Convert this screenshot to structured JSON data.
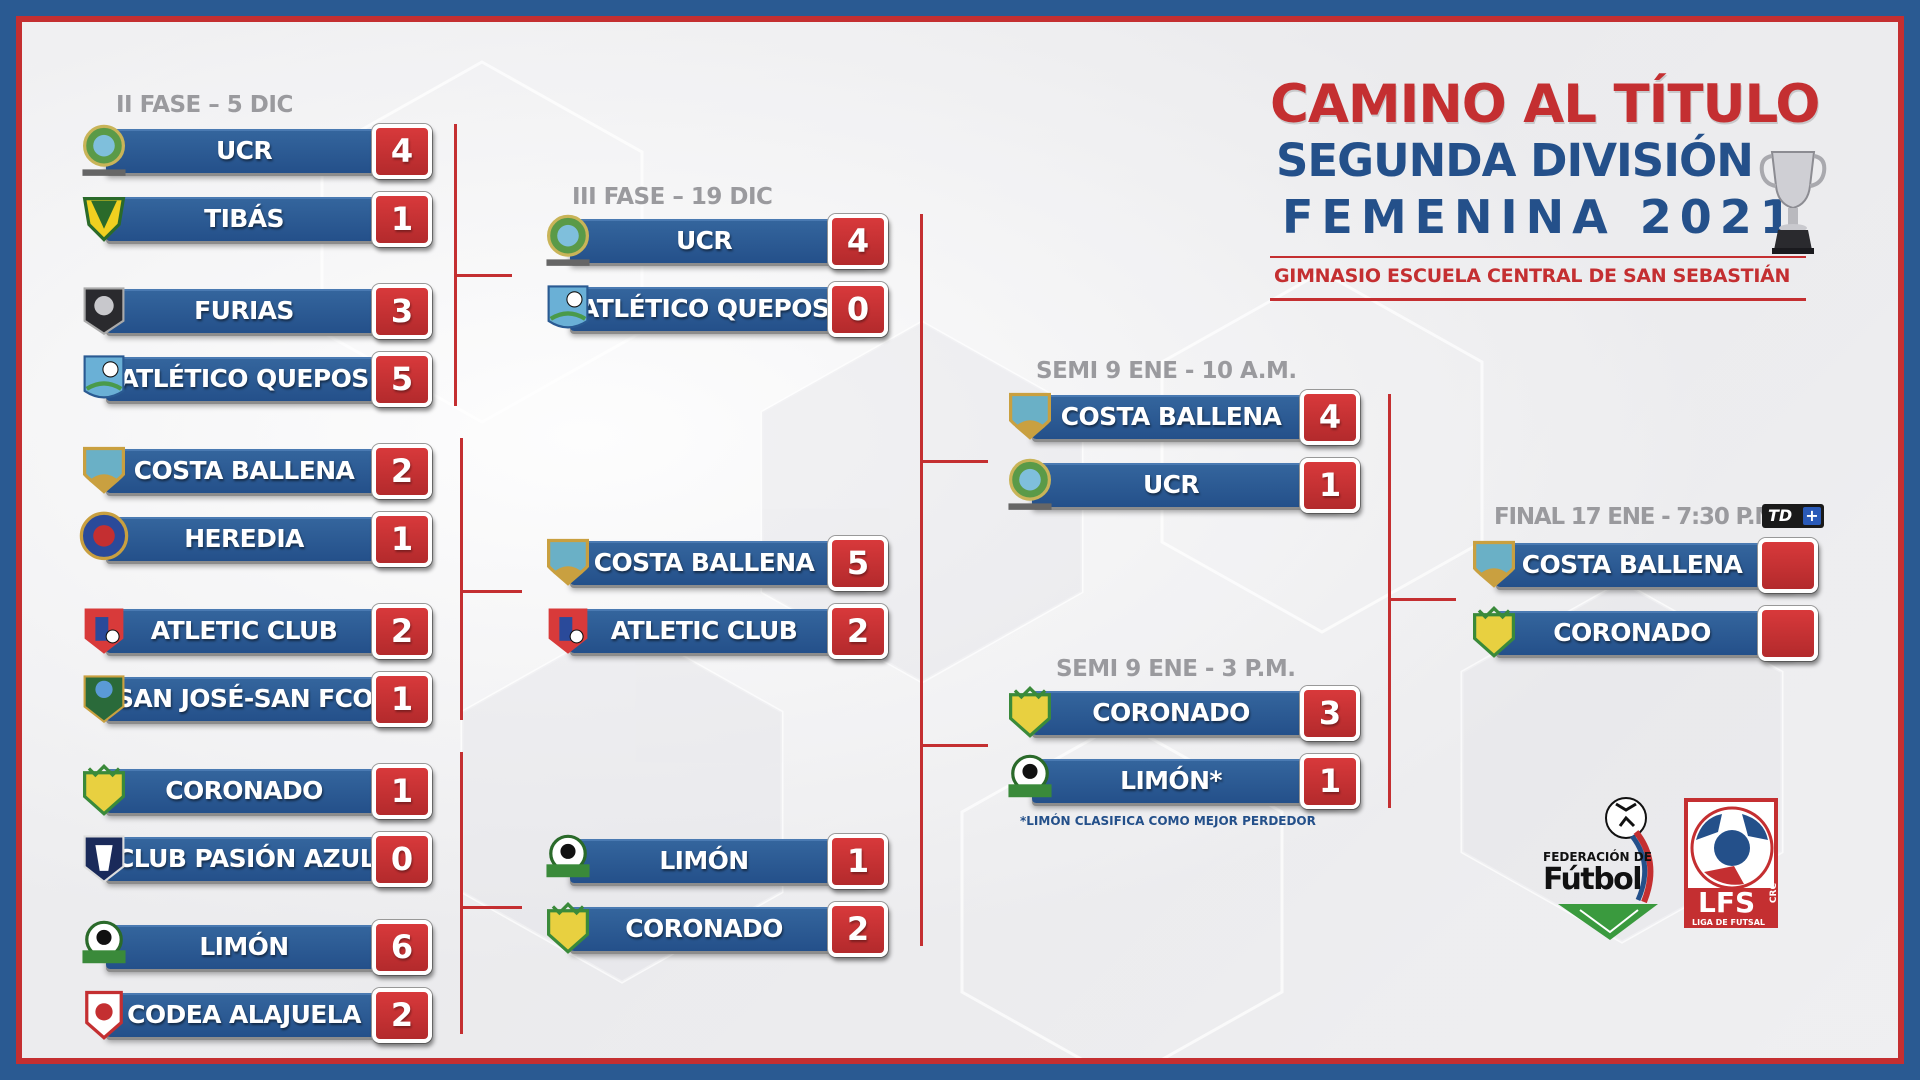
{
  "title": {
    "line1": "CAMINO AL TÍTULO",
    "line2": "SEGUNDA DIVISIÓN",
    "line3": "FEMENINA 2021",
    "venue": "GIMNASIO ESCUELA CENTRAL DE SAN SEBASTIÁN"
  },
  "colors": {
    "brand_blue": "#24508a",
    "brand_red": "#c42f31",
    "label_gray": "#9a9a9e"
  },
  "phases": {
    "phase2": "II FASE – 5 DIC",
    "phase3": "III FASE – 19 DIC",
    "semi1": "SEMI 9 ENE -  10 A.M.",
    "semi2": "SEMI 9 ENE -  3 P.M.",
    "final": "FINAL 17 ENE - 7:30 P.M."
  },
  "broadcaster": {
    "label": "TD",
    "plus": "+"
  },
  "note": "*LIMÓN CLASIFICA COMO MEJOR PERDEDOR",
  "round2": [
    {
      "team": "UCR",
      "score": "4",
      "logo": "ucr-logo"
    },
    {
      "team": "TIBÁS",
      "score": "1",
      "logo": "tibas-logo"
    },
    {
      "team": "FURIAS",
      "score": "3",
      "logo": "furias-logo"
    },
    {
      "team": "ATLÉTICO QUEPOS",
      "score": "5",
      "logo": "quepos-logo"
    },
    {
      "team": "COSTA BALLENA",
      "score": "2",
      "logo": "costa-ballena-logo"
    },
    {
      "team": "HEREDIA",
      "score": "1",
      "logo": "heredia-logo"
    },
    {
      "team": "ATLETIC CLUB",
      "score": "2",
      "logo": "atletic-club-logo"
    },
    {
      "team": "SAN JOSÉ-SAN FCO",
      "score": "1",
      "logo": "san-jose-logo"
    },
    {
      "team": "CORONADO",
      "score": "1",
      "logo": "coronado-logo"
    },
    {
      "team": "CLUB PASIÓN AZUL",
      "score": "0",
      "logo": "pasion-azul-logo"
    },
    {
      "team": "LIMÓN",
      "score": "6",
      "logo": "limon-logo"
    },
    {
      "team": "CODEA ALAJUELA",
      "score": "2",
      "logo": "codea-logo"
    }
  ],
  "round3": [
    {
      "team": "UCR",
      "score": "4",
      "logo": "ucr-logo"
    },
    {
      "team": "ATLÉTICO QUEPOS",
      "score": "0",
      "logo": "quepos-logo"
    },
    {
      "team": "COSTA BALLENA",
      "score": "5",
      "logo": "costa-ballena-logo"
    },
    {
      "team": "ATLETIC CLUB",
      "score": "2",
      "logo": "atletic-club-logo"
    },
    {
      "team": "LIMÓN",
      "score": "1",
      "logo": "limon-logo"
    },
    {
      "team": "CORONADO",
      "score": "2",
      "logo": "coronado-logo"
    }
  ],
  "semis": [
    {
      "team": "COSTA BALLENA",
      "score": "4",
      "logo": "costa-ballena-logo"
    },
    {
      "team": "UCR",
      "score": "1",
      "logo": "ucr-logo"
    },
    {
      "team": "CORONADO",
      "score": "3",
      "logo": "coronado-logo"
    },
    {
      "team": "LIMÓN*",
      "score": "1",
      "logo": "limon-logo"
    }
  ],
  "final": [
    {
      "team": "COSTA BALLENA",
      "score": "",
      "logo": "costa-ballena-logo"
    },
    {
      "team": "CORONADO",
      "score": "",
      "logo": "coronado-logo"
    }
  ],
  "sponsors": {
    "fed_line1": "FEDERACIÓN DE",
    "fed_line2": "Fútbol",
    "lfs": "LFS",
    "lfs_sub": "LIGA DE FUTSAL",
    "lfs_crc": "CRC"
  }
}
